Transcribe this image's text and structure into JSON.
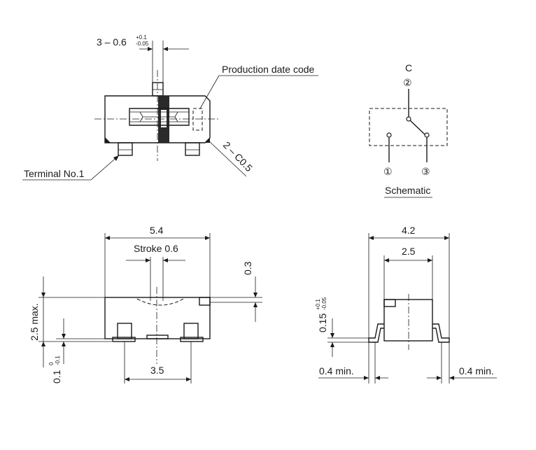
{
  "labels": {
    "terminal_width_main": "3 – 0.6",
    "terminal_width_tol_up": "+0.1",
    "terminal_width_tol_down": "-0.05",
    "production_date_code": "Production date code",
    "chamfer": "2 – C0.5",
    "terminal_no1": "Terminal No.1",
    "length": "5.4",
    "stroke": "Stroke 0.6",
    "offset_top": "0.3",
    "height_max": "2.5 max.",
    "standoff_main": "0.1",
    "standoff_tol_up": "0",
    "standoff_tol_down": "-0.1",
    "pitch": "3.5",
    "width": "4.2",
    "body_width": "2.5",
    "lead_thickness_main": "0.15",
    "lead_thickness_tol_up": "+0.1",
    "lead_thickness_tol_down": "-0.05",
    "lead_min_left": "0.4 min.",
    "lead_min_right": "0.4 min."
  },
  "schematic": {
    "title": "Schematic",
    "common_label": "C",
    "pin_common": "②",
    "pin_1": "①",
    "pin_3": "③"
  }
}
